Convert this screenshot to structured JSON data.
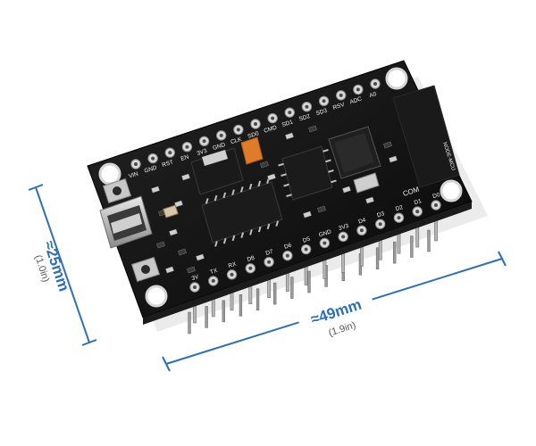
{
  "dimensions": {
    "width_label": "≈25mm",
    "width_sub": "(1.0in)",
    "length_label": "≈49mm",
    "length_sub": "(1.9in)"
  },
  "board": {
    "top_pins": [
      "VIN",
      "GND",
      "RST",
      "EN",
      "3V3",
      "GND",
      "CLK",
      "SD0",
      "CMD",
      "SD1",
      "SD2",
      "SD3",
      "RSV",
      "ADC",
      "A0"
    ],
    "bottom_pins": [
      "3V",
      "TX",
      "RX",
      "D8",
      "D7",
      "D6",
      "D5",
      "GND",
      "3V3",
      "D4",
      "D3",
      "D2",
      "D1",
      "D0"
    ],
    "com_label": "COM",
    "side_mark": "NODE-MCU"
  },
  "colors": {
    "dimension_line": "#2f6fb3",
    "board": "#121212",
    "silkscreen": "#f2f2f2",
    "pad": "#d9d9d9",
    "pin_metal": "#b5b5b5"
  }
}
